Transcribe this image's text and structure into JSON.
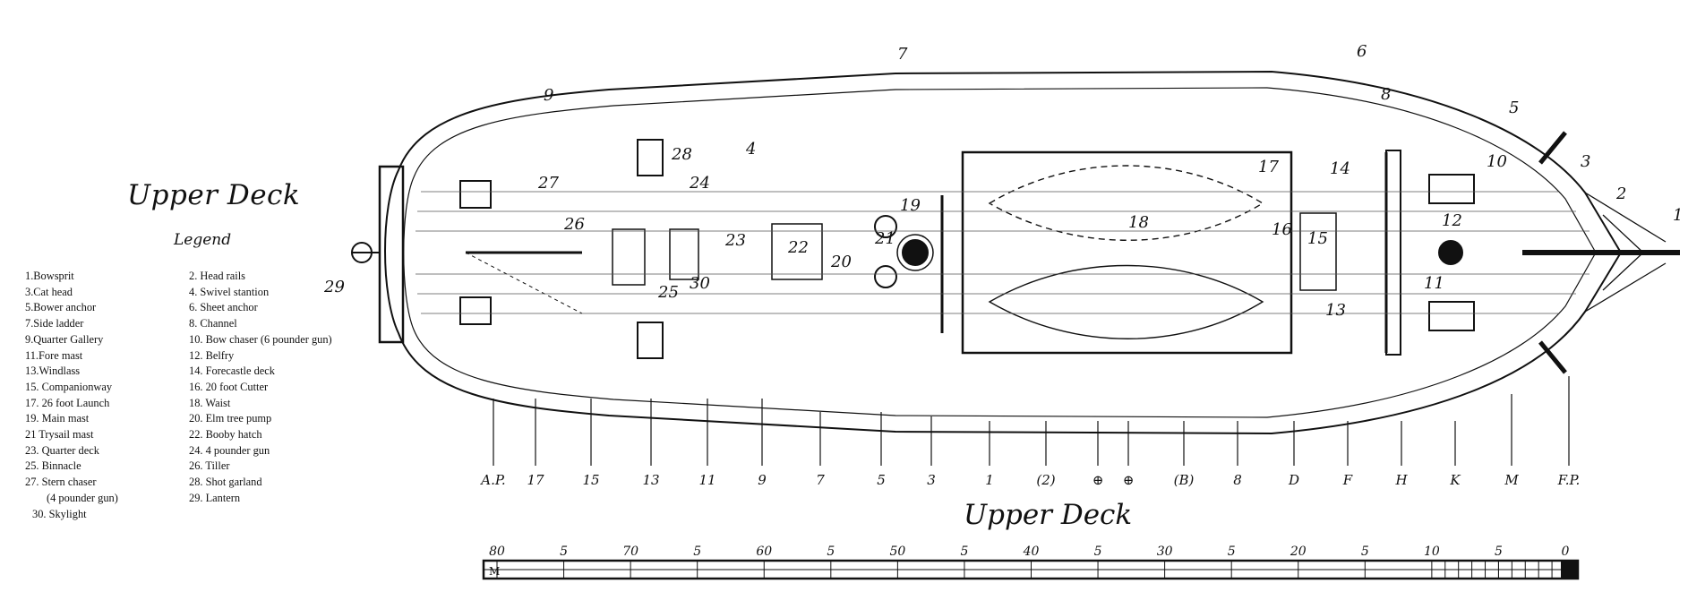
{
  "title_left": "Upper Deck",
  "title_right": "Upper Deck",
  "legend": {
    "heading": "Legend",
    "left_items": [
      "1.Bowsprit",
      "3.Cat head",
      "5.Bower anchor",
      "7.Side ladder",
      "9.Quarter Gallery",
      "11.Fore mast",
      "13.Windlass",
      "15. Companionway",
      "17. 26 foot Launch",
      "19. Main mast",
      "21 Trysail mast",
      "23. Quarter deck",
      "25. Binnacle",
      "27. Stern chaser",
      "(4 pounder gun)",
      "30. Skylight"
    ],
    "right_items": [
      "2. Head rails",
      "4. Swivel stantion",
      "6. Sheet anchor",
      "8. Channel",
      "10. Bow chaser (6 pounder gun)",
      "12. Belfry",
      "14. Forecastle deck",
      "16. 20 foot Cutter",
      "18. Waist",
      "20. Elm tree pump",
      "22. Booby hatch",
      "24. 4 pounder gun",
      "26. Tiller",
      "28. Shot garland",
      "29. Lantern"
    ]
  },
  "callouts": [
    "1",
    "2",
    "3",
    "4",
    "5",
    "6",
    "7",
    "8",
    "9",
    "10",
    "11",
    "12",
    "13",
    "14",
    "15",
    "16",
    "17",
    "18",
    "19",
    "20",
    "21",
    "22",
    "23",
    "24",
    "25",
    "26",
    "27",
    "28",
    "29",
    "30"
  ],
  "station_labels": [
    "A.P.",
    "17",
    "15",
    "13",
    "11",
    "9",
    "7",
    "5",
    "3",
    "1",
    "(2)",
    "⊕",
    "⊕",
    "(B)",
    "8",
    "D",
    "F",
    "H",
    "K",
    "M",
    "F.P."
  ],
  "scale_labels": [
    "80",
    "5",
    "70",
    "5",
    "60",
    "5",
    "50",
    "5",
    "40",
    "5",
    "30",
    "5",
    "20",
    "5",
    "10",
    "5",
    "0"
  ],
  "scale_unit": "M"
}
